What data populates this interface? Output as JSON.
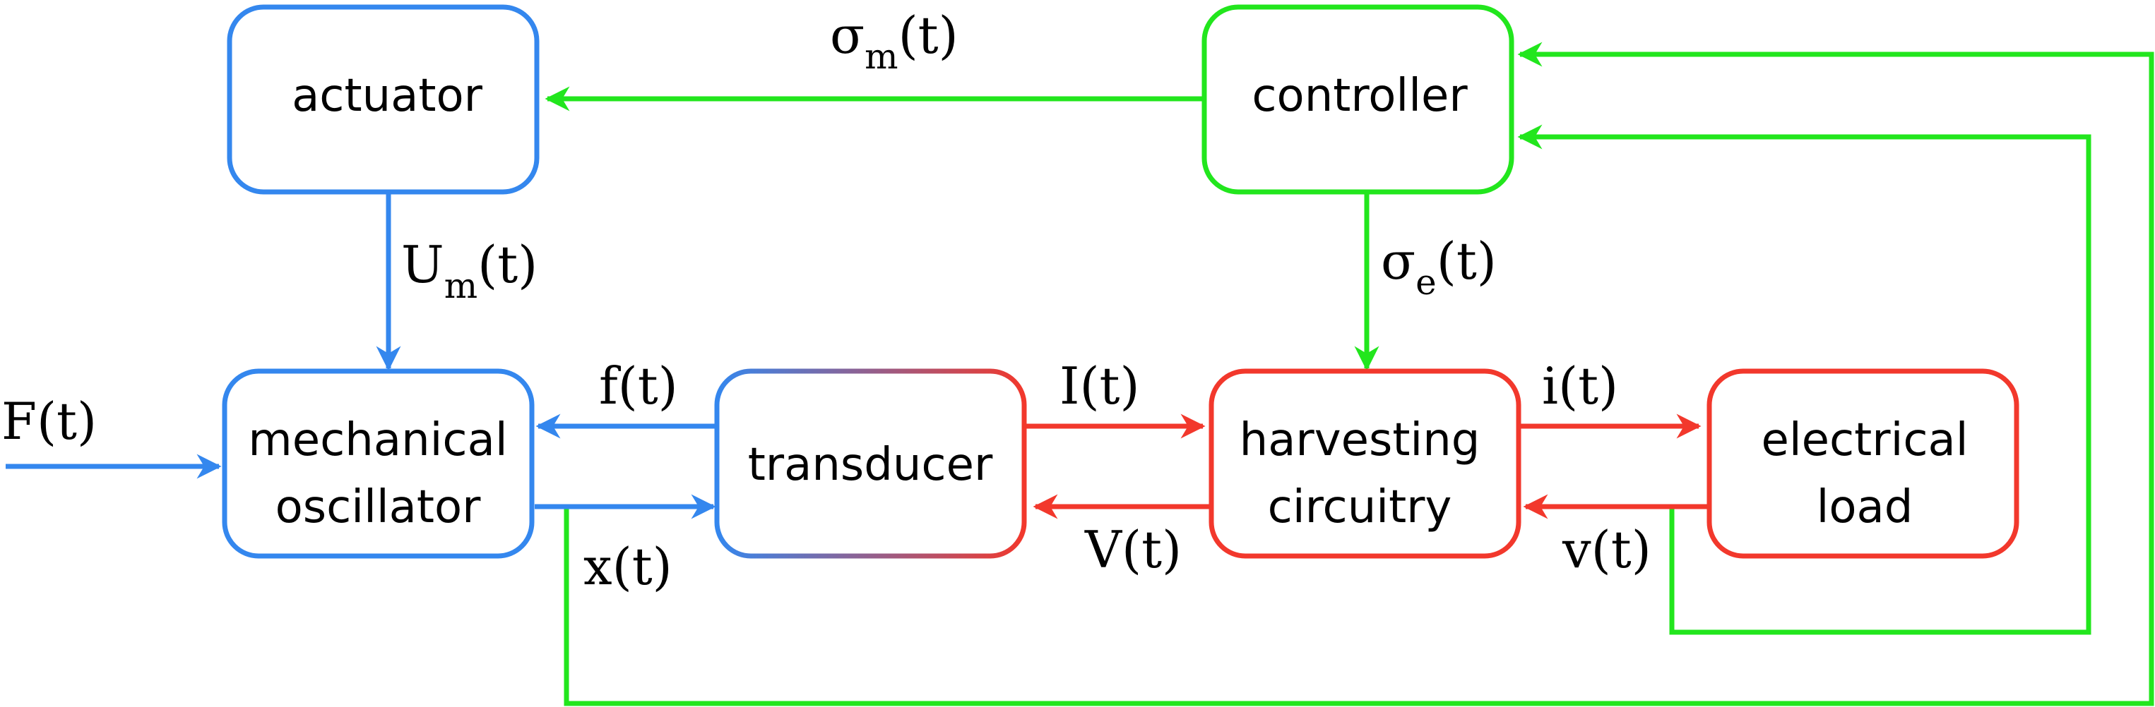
{
  "colors": {
    "mechanical": "#3487ee",
    "electrical": "#f2382c",
    "control": "#22e61d"
  },
  "blocks": {
    "actuator": {
      "label": "actuator"
    },
    "controller": {
      "label": "controller"
    },
    "mechanical_oscillator": {
      "line1": "mechanical",
      "line2": "oscillator"
    },
    "transducer": {
      "label": "transducer"
    },
    "harvesting_circuitry": {
      "line1": "harvesting",
      "line2": "circuitry"
    },
    "electrical_load": {
      "line1": "electrical",
      "line2": "load"
    }
  },
  "signals": {
    "sigma_m": {
      "symbol": "σ",
      "sub": "m",
      "arg": "(t)"
    },
    "U_m": {
      "symbol": "U",
      "sub": "m",
      "arg": "(t)"
    },
    "sigma_e": {
      "symbol": "σ",
      "sub": "e",
      "arg": "(t)"
    },
    "F": "F(t)",
    "f": "f(t)",
    "x": "x(t)",
    "I": "I(t)",
    "V": "V(t)",
    "i": "i(t)",
    "v": "v(t)"
  }
}
